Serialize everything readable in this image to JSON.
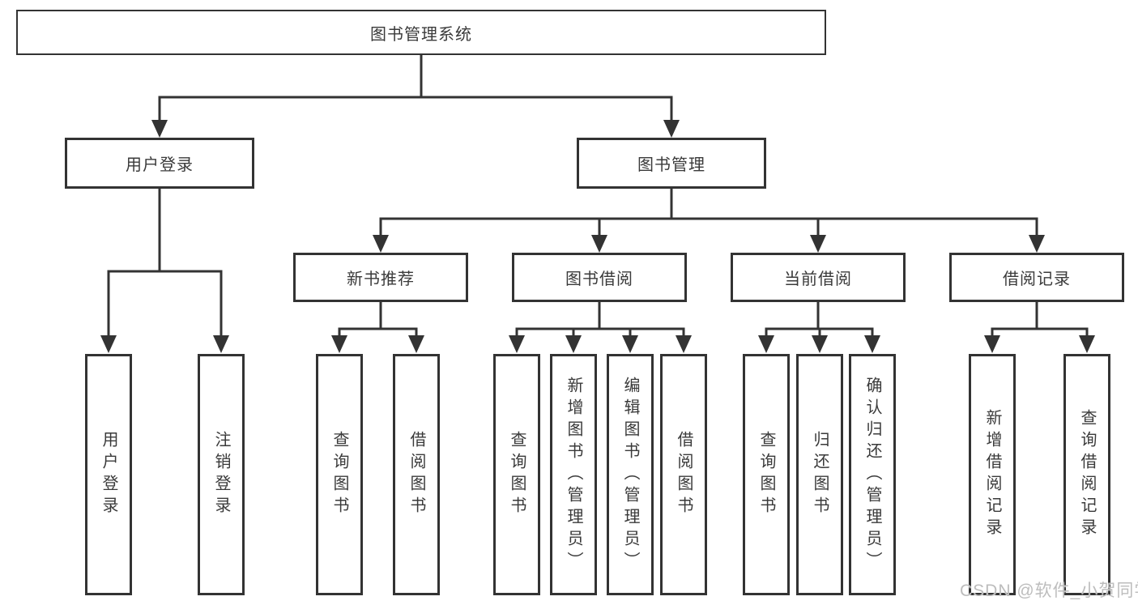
{
  "diagram": {
    "root": {
      "label": "图书管理系统"
    },
    "branches": [
      {
        "label": "用户登录",
        "children": [
          {
            "label": "用户登录"
          },
          {
            "label": "注销登录"
          }
        ]
      },
      {
        "label": "图书管理",
        "children": [
          {
            "label": "新书推荐",
            "children": [
              {
                "label": "查询图书"
              },
              {
                "label": "借阅图书"
              }
            ]
          },
          {
            "label": "图书借阅",
            "children": [
              {
                "label": "查询图书"
              },
              {
                "label": "新增图书（管理员）"
              },
              {
                "label": "编辑图书（管理员）"
              },
              {
                "label": "借阅图书"
              }
            ]
          },
          {
            "label": "当前借阅",
            "children": [
              {
                "label": "查询图书"
              },
              {
                "label": "归还图书"
              },
              {
                "label": "确认归还（管理员）"
              }
            ]
          },
          {
            "label": "借阅记录",
            "children": [
              {
                "label": "新增借阅记录"
              },
              {
                "label": "查询借阅记录"
              }
            ]
          }
        ]
      }
    ],
    "watermark": "CSDN @软件_小贺同学",
    "colors": {
      "line": "#333333",
      "text": "#3a3a3a",
      "box_fill": "#ffffff",
      "background": "#ffffff",
      "watermark": "#bdbdbd"
    }
  }
}
